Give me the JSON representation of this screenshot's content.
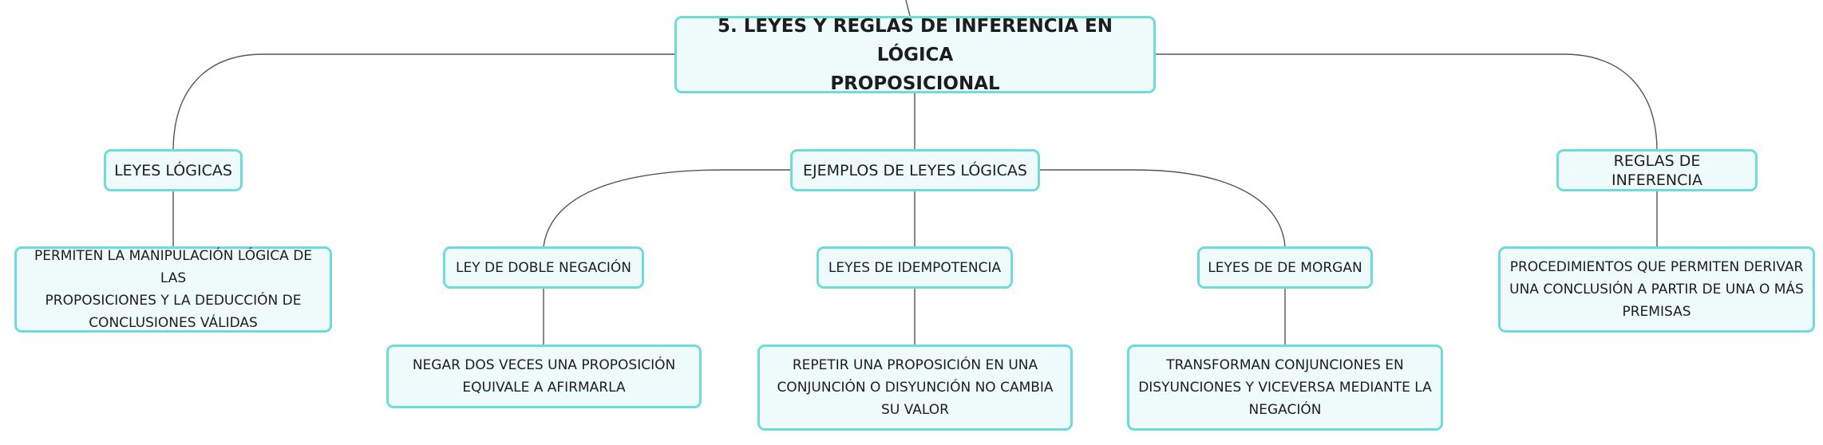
{
  "colors": {
    "node_fill": "#effbfb",
    "node_border": "#6fdbdb",
    "connector": "#555555",
    "text": "#1d1d1d"
  },
  "root": {
    "line1": "5. LEYES Y REGLAS DE INFERENCIA EN LÓGICA",
    "line2": "PROPOSICIONAL"
  },
  "branches": {
    "leyes_logicas": {
      "label": "LEYES LÓGICAS",
      "description": [
        "PERMITEN LA MANIPULACIÓN LÓGICA DE LAS",
        "PROPOSICIONES Y LA DEDUCCIÓN DE",
        "CONCLUSIONES VÁLIDAS"
      ]
    },
    "ejemplos": {
      "label": "EJEMPLOS DE LEYES LÓGICAS",
      "children": [
        {
          "label": "LEY DE DOBLE NEGACIÓN",
          "description": [
            "NEGAR DOS VECES UNA PROPOSICIÓN",
            "EQUIVALE A AFIRMARLA"
          ]
        },
        {
          "label": "LEYES DE IDEMPOTENCIA",
          "description": [
            "REPETIR UNA PROPOSICIÓN EN UNA",
            "CONJUNCIÓN O DISYUNCIÓN NO CAMBIA",
            "SU VALOR"
          ]
        },
        {
          "label": "LEYES DE DE MORGAN",
          "description": [
            "TRANSFORMAN CONJUNCIONES EN",
            "DISYUNCIONES Y VICEVERSA MEDIANTE LA",
            "NEGACIÓN"
          ]
        }
      ]
    },
    "reglas": {
      "label": "REGLAS DE INFERENCIA",
      "description": [
        "PROCEDIMIENTOS QUE PERMITEN DERIVAR",
        "UNA CONCLUSIÓN A PARTIR DE UNA O MÁS",
        "PREMISAS"
      ]
    }
  }
}
